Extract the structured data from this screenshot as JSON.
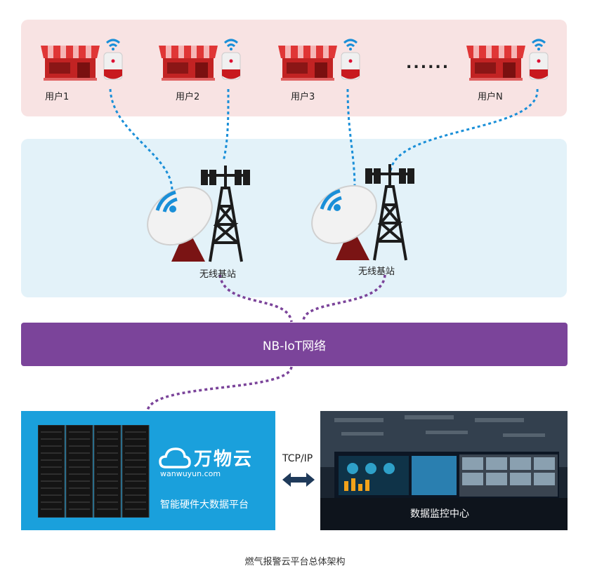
{
  "users": [
    {
      "label": "用户1"
    },
    {
      "label": "用户2"
    },
    {
      "label": "用户3"
    },
    {
      "label": "用户N"
    }
  ],
  "ellipsis": "......",
  "stations": [
    {
      "label": "无线基站"
    },
    {
      "label": "无线基站"
    }
  ],
  "network": {
    "label": "NB-IoT网络"
  },
  "platform": {
    "brand": "万物云",
    "domain": "wanwuyun.com",
    "caption": "智能硬件大数据平台"
  },
  "link": {
    "protocol": "TCP/IP"
  },
  "monitor": {
    "caption": "数据监控中心"
  },
  "footer": {
    "caption": "燃气报警云平台总体架构"
  },
  "colors": {
    "users_band": "#f8e3e3",
    "stations_band": "#e3f2f9",
    "network_bar": "#7b449a",
    "platform_panel": "#1aa0dc",
    "monitor_panel": "#1a2430",
    "wireless_link": "#1a8fd8",
    "backhaul_link": "#7b449a",
    "shop_roof": "#d42a2a"
  }
}
